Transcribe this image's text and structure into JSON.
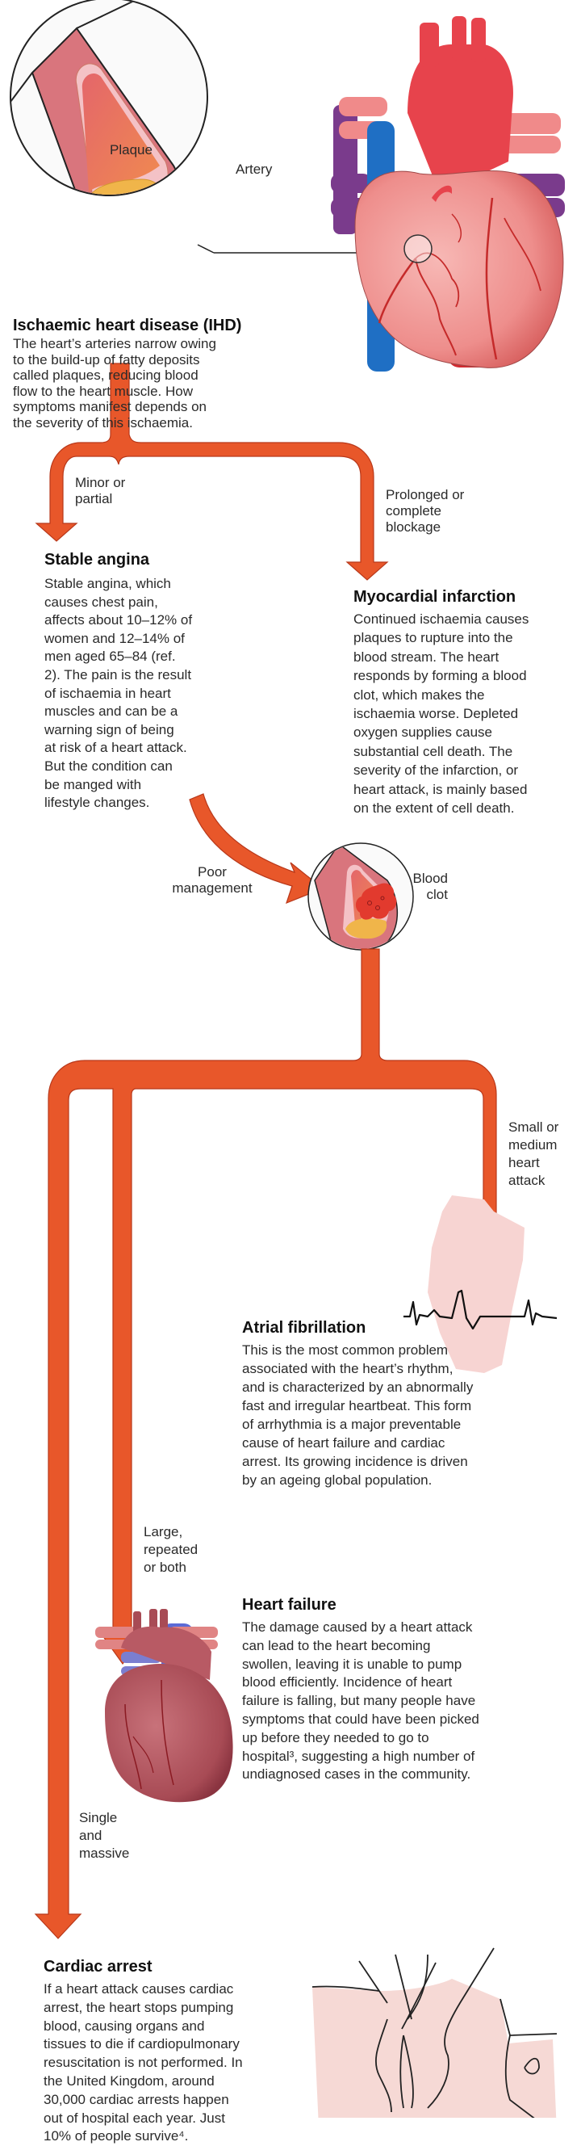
{
  "colors": {
    "arrow": "#E8572A",
    "arrow_edge": "#B8381A",
    "artery_wall": "#D9757D",
    "plaque": "#F0B54A",
    "clot": "#E23A2E",
    "heart": "#F2A0A0",
    "heart_faded": "#F7D4D2",
    "cpr_skin": "#F6D9D5"
  },
  "top": {
    "plaque_label": "Plaque",
    "artery_label": "Artery"
  },
  "ihd": {
    "title": "Ischaemic heart disease (IHD)",
    "lines": [
      "The heart’s arteries  narrow owing",
      "to the build-up of fatty deposits",
      "called plaques, reducing blood",
      "flow to the heart muscle. How",
      "symptoms manifest depends on",
      "the severity of this ischaemia."
    ]
  },
  "branch_labels": {
    "minor": [
      "Minor or",
      "partial"
    ],
    "prolonged": [
      "Prolonged or",
      "complete",
      "blockage"
    ],
    "poor": [
      "Poor",
      "management"
    ],
    "clot": [
      "Blood",
      "clot"
    ],
    "small": [
      "Small or",
      "medium",
      "heart",
      "attack"
    ],
    "large": [
      "Large,",
      "repeated",
      "or both"
    ],
    "single": [
      "Single",
      "and",
      "massive"
    ]
  },
  "stable_angina": {
    "title": "Stable angina",
    "lines": [
      "Stable angina, which",
      "causes chest pain,",
      "affects about 10–12% of",
      "women and 12–14% of",
      "men aged 65–84 (ref.",
      "2). The pain is the result",
      "of ischaemia in heart",
      "muscles and can be a",
      "warning sign of being",
      "at risk of a heart attack.",
      "But the condition can",
      "be manged with",
      "lifestyle changes."
    ]
  },
  "myocardial": {
    "title": "Myocardial infarction",
    "lines": [
      "Continued ischaemia causes",
      "plaques to rupture into the",
      "blood stream. The heart",
      "responds by forming a blood",
      "clot, which makes the",
      "ischaemia worse. Depleted",
      "oxygen supplies cause",
      "substantial cell death. The",
      "severity of the infarction, or",
      "heart attack, is mainly based",
      "on the extent of cell death."
    ]
  },
  "atrial": {
    "title": "Atrial fibrillation",
    "lines": [
      "This is the most common problem",
      "associated with the heart’s rhythm,",
      "and is characterized by an abnormally",
      "fast and irregular heartbeat. This form",
      "of arrhythmia is a major preventable",
      "cause of heart failure and cardiac",
      "arrest. Its growing incidence is driven",
      "by an ageing global population."
    ]
  },
  "heart_failure": {
    "title": "Heart failure",
    "lines": [
      "The damage caused by a heart attack",
      "can lead to the heart becoming",
      "swollen, leaving it is unable to pump",
      "blood efficiently. Incidence of heart",
      "failure is falling, but many people have",
      "symptoms that could have been picked",
      "up before they needed to go to",
      "hospital³, suggesting a high number of",
      "undiagnosed cases in the community."
    ]
  },
  "cardiac_arrest": {
    "title": "Cardiac arrest",
    "lines": [
      "If a heart attack causes cardiac",
      "arrest, the heart stops pumping",
      "blood, causing organs and",
      "tissues to die if cardiopulmonary",
      "resuscitation is not performed. In",
      "the United Kingdom, around",
      "30,000 cardiac arrests happen",
      "out of hospital each year. Just",
      "10% of people survive⁴."
    ]
  }
}
